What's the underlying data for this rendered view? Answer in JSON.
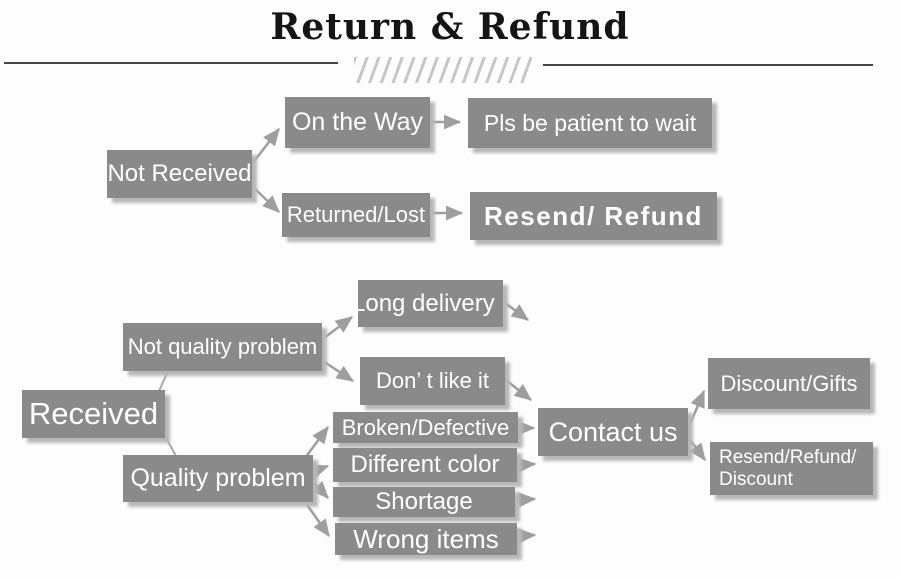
{
  "title": "Return & Refund",
  "colors": {
    "box_fill": "#8a8a8a",
    "box_text": "#ffffff",
    "arrow": "#9e9e9e",
    "title_text": "#151515",
    "rule": "#454545",
    "hatch": "#c7c7c7",
    "background": "#fdfdfd"
  },
  "nodes": {
    "not_received": "Not Received",
    "on_the_way": "On the Way",
    "pls_wait": "Pls be patient to wait",
    "returned_lost": "Returned/Lost",
    "resend_refund": "Resend/ Refund",
    "received": "Received",
    "not_quality_problem": "Not quality problem",
    "long_delivery": "Long delivery",
    "dont_like_it": "Don’ t like it",
    "quality_problem": "Quality problem",
    "broken_defective": "Broken/Defective",
    "different_color": "Different color",
    "shortage": "Shortage",
    "wrong_items": "Wrong items",
    "contact_us": "Contact us",
    "discount_gifts": "Discount/Gifts",
    "resend_refund_discount_line1": "Resend/Refund/",
    "resend_refund_discount_line2": "Discount"
  }
}
